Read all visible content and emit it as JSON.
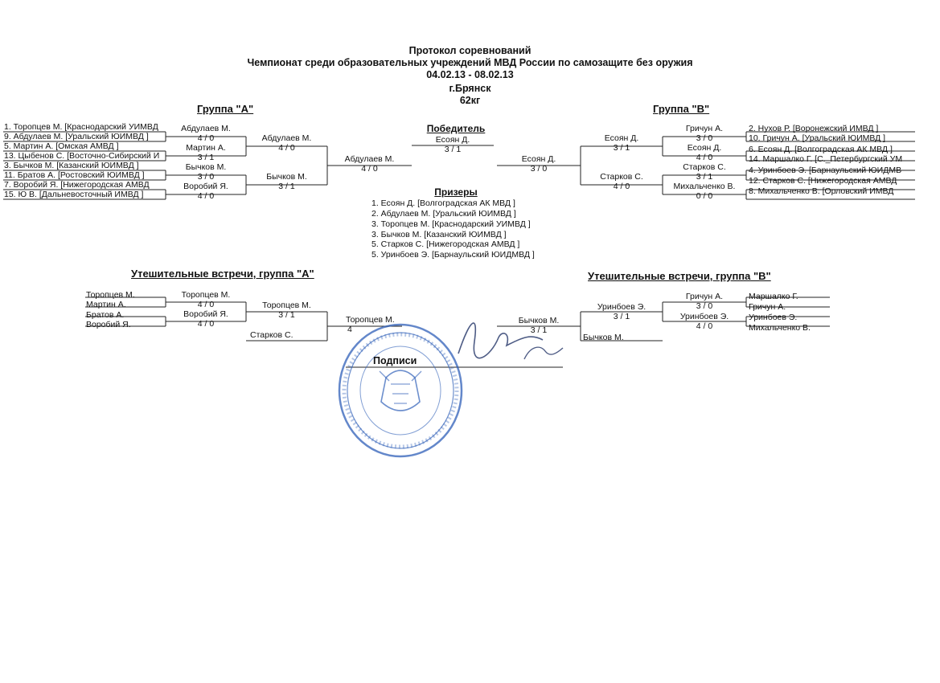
{
  "header": {
    "title": "Протокол соревнований",
    "subtitle": "Чемпионат среди образовательных учреждений МВД России по самозащите без оружия",
    "dates": "04.02.13 - 08.02.13",
    "city": "г.Брянск",
    "weight": "62кг"
  },
  "groupA": {
    "title": "Группа  \"А\"",
    "entrants": [
      "1. Торопцев М.  [Краснодарский УИМВД",
      "9. Абдулаев М.  [Уральский ЮИМВД   ]",
      "5. Мартин А.  [Омская АМВД   ]",
      "13. Цыбенов С.  [Восточно-Сибирский И",
      "3. Бычков М.  [Казанский ЮИМВД   ]",
      "11. Братов А.  [Ростовский ЮИМВД   ]",
      "7. Воробий Я.  [Нижегородская АМВД",
      "15. Ю В.  [Дальневосточный ИМВД   ]"
    ],
    "r1": [
      {
        "name": "Абдулаев М.",
        "score": "4  /  0"
      },
      {
        "name": "Мартин А.",
        "score": "3  /  1"
      },
      {
        "name": "Бычков М.",
        "score": "3  /  0"
      },
      {
        "name": "Воробий Я.",
        "score": "4  /  0"
      }
    ],
    "r2": [
      {
        "name": "Абдулаев М.",
        "score": "4  /  0"
      },
      {
        "name": "Бычков М.",
        "score": "3  /  1"
      }
    ],
    "final": {
      "name": "Абдулаев М.",
      "score": "4  /  0"
    }
  },
  "groupB": {
    "title": "Группа  \"В\"",
    "entrants": [
      "2. Нухов Р.  [Воронежский ИМВД   ]",
      "10. Гричун А.  [Уральский ЮИМВД   ]",
      "6. Есоян Д.  [Волгоградская АК МВД   ]",
      "14. Маршалко Г.  [С._Петербургский УМ",
      "4. Уринбоев Э.  [Барнаульский ЮИДМВ",
      "12. Старков С.  [Нижегородская АМВД",
      "8. Михальченко В.  [Орловский ИМВД"
    ],
    "r1": [
      {
        "name": "Гричун А.",
        "score": "3  /  0"
      },
      {
        "name": "Есоян Д.",
        "score": "4  /  0"
      },
      {
        "name": "Старков С.",
        "score": "3  /  1"
      },
      {
        "name": "Михальченко В.",
        "score": "0  /  0"
      }
    ],
    "r2": [
      {
        "name": "Есоян Д.",
        "score": "3  /  1"
      },
      {
        "name": "Старков С.",
        "score": "4  /  0"
      }
    ],
    "final": {
      "name": "Есоян Д.",
      "score": "3  /  0"
    }
  },
  "winner": {
    "title": "Победитель",
    "name": "Есоян Д.",
    "score": "3  /  1"
  },
  "prizes": {
    "title": "Призеры",
    "items": [
      "1. Есоян Д.    [Волгоградская АК МВД   ]",
      "2. Абдулаев М.    [Уральский ЮИМВД   ]",
      "3. Торопцев М.    [Краснодарский УИМВД   ]",
      "3. Бычков М.    [Казанский ЮИМВД   ]",
      "5. Старков С.    [Нижегородская АМВД   ]",
      "5. Уринбоев Э.    [Барнаульский ЮИДМВД   ]"
    ]
  },
  "consA": {
    "title": "Утешительные встречи, группа \"А\"",
    "entrants": [
      "Торопцев М.",
      "Мартин А.",
      "Братов А.",
      "Воробий Я."
    ],
    "r1": [
      {
        "name": "Торопцев М.",
        "score": "4  /  0"
      },
      {
        "name": "Воробий Я.",
        "score": "4  /  0"
      }
    ],
    "r2": {
      "name": "Торопцев М.",
      "score": "3  /  1"
    },
    "bye": "Старков С.",
    "final": {
      "name": "Торопцев М.",
      "score": "4"
    }
  },
  "consB": {
    "title": "Утешительные встречи, группа \"В\"",
    "entrants": [
      "Маршалко Г.",
      "Гричун А.",
      "Уринбоев Э.",
      "Михальченко В."
    ],
    "r1": [
      {
        "name": "Гричун А.",
        "score": "3  /  0"
      },
      {
        "name": "Уринбоев Э.",
        "score": "4  /  0"
      }
    ],
    "r2": {
      "name": "Уринбоев Э.",
      "score": "3  /  1"
    },
    "bye": "Бычков М.",
    "final": {
      "name": "Бычков М.",
      "score": "3  /  1"
    }
  },
  "signature": {
    "label": "Подписи"
  },
  "colors": {
    "ink": "#111111",
    "stamp": "#2f5fb8"
  }
}
